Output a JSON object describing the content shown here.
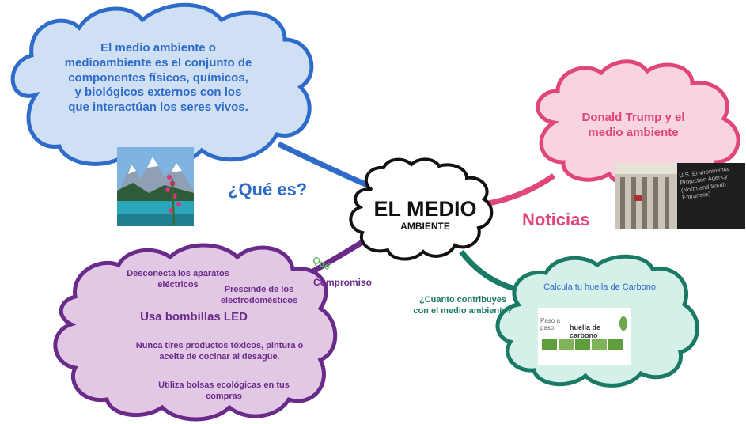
{
  "center": {
    "title": "EL MEDIO",
    "subtitle": "AMBIENTE"
  },
  "que_es": {
    "label": "¿Qué es?",
    "text": "El medio ambiente o medioambiente es el conjunto de componentes físicos, químicos, y biológicos externos con los que interactúan los seres vivos.",
    "color": "#2f6bc9",
    "fill": "#cfe0f5"
  },
  "noticias": {
    "label": "Noticias",
    "text": "Donald Trump y el medio ambiente",
    "image_caption": "U.S. Environmental Protection Agency (North and South Entrances)",
    "color": "#e0457b",
    "fill": "#f8d3e1"
  },
  "compromiso": {
    "label": "Compromiso",
    "overlap_label": "Qué",
    "items": {
      "desconecta": "Desconecta los aparatos eléctricos",
      "prescinde": "Prescinde de los electrodomésticos",
      "bombillas": "Usa bombillas LED",
      "toxicos": "Nunca tires productos tóxicos, pintura o aceite de cocinar al desagüe.",
      "bolsas": "Utiliza bolsas ecológicas en tus compras"
    },
    "color": "#6a2a8a",
    "fill": "#e3c8e6"
  },
  "huella": {
    "question": "¿Cuanto contribuyes con el medio ambiente?",
    "text": "Calcula tu huella de Carbono",
    "image_text_1": "Paso a paso",
    "image_text_2": "huella de carbono",
    "color": "#1a7a66",
    "fill": "#d5efe9"
  }
}
